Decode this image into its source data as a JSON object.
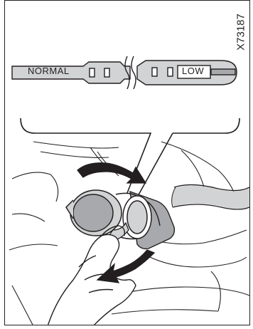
{
  "figure_id": "X73187",
  "dipstick": {
    "normal_label": "NORMAL",
    "low_label": "LOW"
  },
  "colors": {
    "line": "#231f20",
    "tone": "#d1d3d4",
    "mid_tone": "#a7a9ac",
    "background": "#ffffff"
  },
  "icons": [
    "dipstick-illustration",
    "reservoir-cap-illustration",
    "rotate-arrow-icon",
    "pull-arrow-icon",
    "hand-illustration"
  ]
}
